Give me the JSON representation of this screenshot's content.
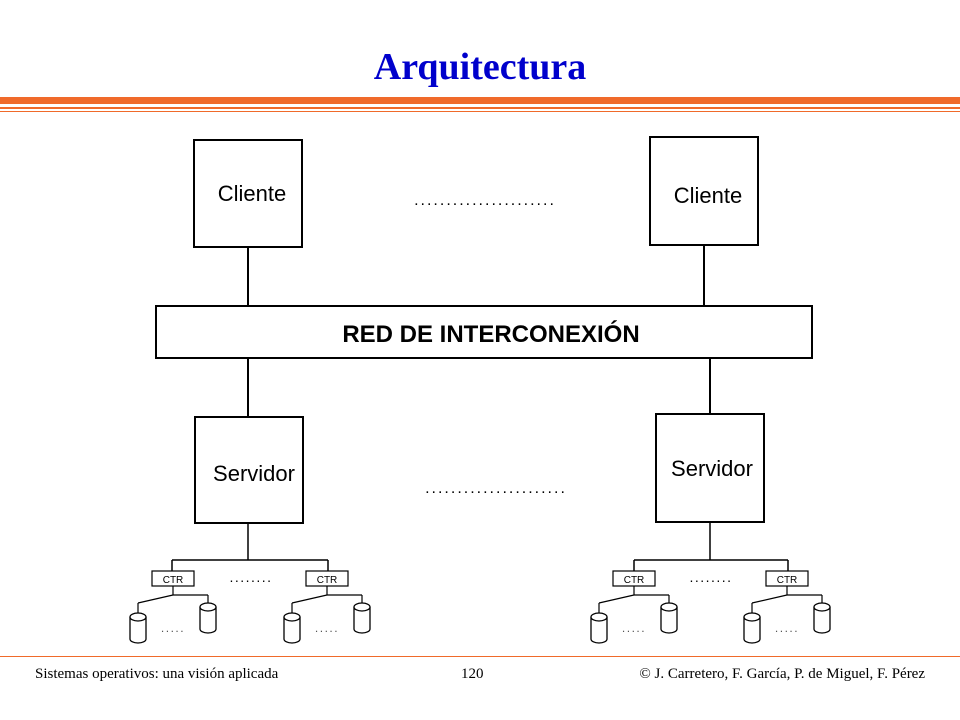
{
  "title": "Arquitectura",
  "diagram": {
    "client_label": "Cliente",
    "network_label": "RED DE INTERCONEXIÓN",
    "server_label": "Servidor",
    "controller_label": "CTR",
    "ellipsis_long": "......................",
    "ellipsis_short": "........",
    "ellipsis_disk": ".....",
    "colors": {
      "stroke": "#000000",
      "title": "#0000cc",
      "rule": "#f06a2a"
    }
  },
  "footer": {
    "left": "Sistemas operativos: una visión aplicada",
    "page": "120",
    "right": "© J. Carretero, F. García, P. de Miguel, F. Pérez"
  }
}
